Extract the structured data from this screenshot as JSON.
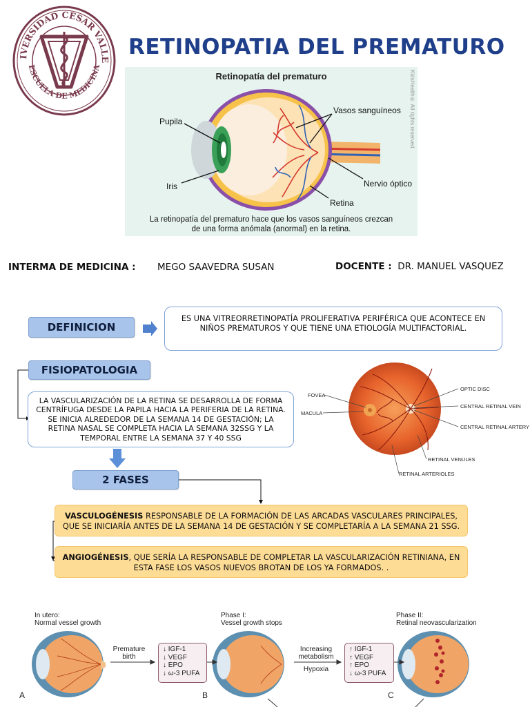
{
  "seal": {
    "ring_text": "UNIVERSIDAD CESAR VALLEJO",
    "bottom_text": "ESCUELA DE MEDICINA",
    "colors": {
      "ring": "#7a3a4d",
      "letter": "#7a3a4d"
    }
  },
  "title": "RETINOPATIA DEL PREMATURO",
  "eye_figure": {
    "title": "Retinopatía del prematuro",
    "labels": {
      "pupila": "Pupila",
      "iris": "Iris",
      "vasos": "Vasos sanguíneos",
      "nervio": "Nervio óptico",
      "retina": "Retina"
    },
    "caption_line1": "La retinopatía del prematuro hace que los vasos sanguíneos crezcan",
    "caption_line2": "de una forma anómala (anormal) en la retina.",
    "credit": "KidsHealth® All rights reserved."
  },
  "info": {
    "intern_label": "INTERMA DE MEDICINA :",
    "intern_value": "MEGO SAAVEDRA SUSAN",
    "docente_label": "DOCENTE :",
    "docente_value": "DR. MANUEL VASQUEZ"
  },
  "definicion": {
    "label": "DEFINICION",
    "text": "ES UNA VITREORRETINOPATÍA PROLIFERATIVA PERIFÉRICA QUE ACONTECE EN NIÑOS PREMATUROS Y QUE TIENE UNA ETIOLOGÍA MULTIFACTORIAL."
  },
  "fisiopatologia": {
    "label": "FISIOPATOLOGIA",
    "text": "LA VASCULARIZACIÓN DE LA RETINA SE DESARROLLA DE FORMA CENTRÍFUGA DESDE LA PAPILA HACIA LA PERIFERIA DE LA RETINA. SE INICIA ALREDEDOR DE LA SEMANA 14 DE GESTACIÓN; LA RETINA NASAL SE COMPLETA HACIA LA SEMANA 32SSG Y LA TEMPORAL ENTRE LA SEMANA 37 Y 40 SSG"
  },
  "fundus": {
    "labels": {
      "fovea": "FOVEA",
      "macula": "MACULA",
      "optic_disc": "OPTIC DISC",
      "vein": "CENTRAL RETINAL VEIN",
      "artery": "CENTRAL RETINAL ARTERY",
      "venules": "RETINAL VENULES",
      "arterioles": "RETINAL ARTERIOLES"
    }
  },
  "fases": {
    "label": "2 FASES",
    "vasculogenesis_term": "VASCULOGÉNESIS",
    "vasculogenesis_text": " RESPONSABLE DE LA FORMACIÓN DE LAS ARCADAS VASCULARES PRINCIPALES, QUE SE INICIARÍA ANTES DE LA SEMANA 14 DE GESTACIÓN Y SE COMPLETARÍA A LA SEMANA 21 SSG.",
    "angiogenesis_term": "ANGIOGÉNESIS",
    "angiogenesis_text": ", QUE SERÍA LA RESPONSABLE DE COMPLETAR LA VASCULARIZACIÓN RETINIANA, EN ESTA FASE LOS VASOS NUEVOS BROTAN DE LOS YA FORMADOS. ."
  },
  "phases_figure": {
    "a_title1": "In utero:",
    "a_title2": "Normal vessel growth",
    "b_title1": "Phase I:",
    "b_title2": "Vessel growth stops",
    "c_title1": "Phase II:",
    "c_title2": "Retinal neovascularization",
    "arrow1_line1": "Premature",
    "arrow1_line2": "birth",
    "arrow2_line1": "Increasing",
    "arrow2_line2": "metabolism",
    "arrow2_below": "Hypoxia",
    "box1": [
      "↓ IGF-1",
      "↓ VEGF",
      "↓ EPO",
      "↓ ω-3 PUFA"
    ],
    "box2": [
      "↑ IGF-1",
      "↑ VEGF",
      "↑ EPO",
      "↓ ω-3 PUFA"
    ],
    "letter_a": "A",
    "letter_b": "B",
    "letter_c": "C"
  }
}
